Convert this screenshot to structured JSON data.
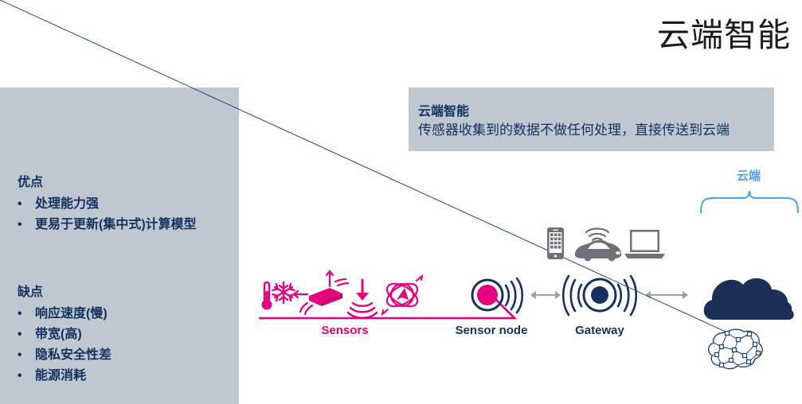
{
  "page": {
    "title": "云端智能",
    "background_color": "#ffffff"
  },
  "colors": {
    "panel": "#bfc7d1",
    "navy": "#16325c",
    "heading_navy": "#12315e",
    "magenta": "#e6007e",
    "light_blue": "#4aa3dc",
    "gray_icon": "#6e717a",
    "gray_arrow": "#9a9ea6"
  },
  "sidebar": {
    "pros": {
      "heading": "优点",
      "bullet": "•",
      "items": [
        "处理能力强",
        "更易于更新(集中式)计算模型"
      ]
    },
    "cons": {
      "heading": "缺点",
      "bullet": "•",
      "items": [
        "响应速度(慢)",
        "带宽(高)",
        "隐私安全性差",
        "能源消耗"
      ]
    }
  },
  "banner": {
    "title": "云端智能",
    "subtitle": "传感器收集到的数据不做任何处理，直接传送到云端"
  },
  "diagram": {
    "cloud_bracket_label": "云端",
    "nodes": [
      {
        "id": "sensors",
        "label": "Sensors",
        "color": "#e6007e"
      },
      {
        "id": "sensor-node",
        "label": "Sensor node",
        "color": "#16325c"
      },
      {
        "id": "gateway",
        "label": "Gateway",
        "color": "#16325c"
      }
    ],
    "sensor_icons": [
      "thermometer-snowflake-icon",
      "pressure-sensor-icon",
      "acceleration-sensor-icon",
      "gyroscope-sensor-icon"
    ],
    "device_icons": [
      "smartphone-icon",
      "connected-car-icon",
      "laptop-icon"
    ],
    "cloud_icons": [
      "cloud-icon",
      "neural-network-brain-icon"
    ],
    "connectors": [
      "double-arrow-sensor-node-to-gateway",
      "double-arrow-gateway-to-cloud"
    ]
  }
}
